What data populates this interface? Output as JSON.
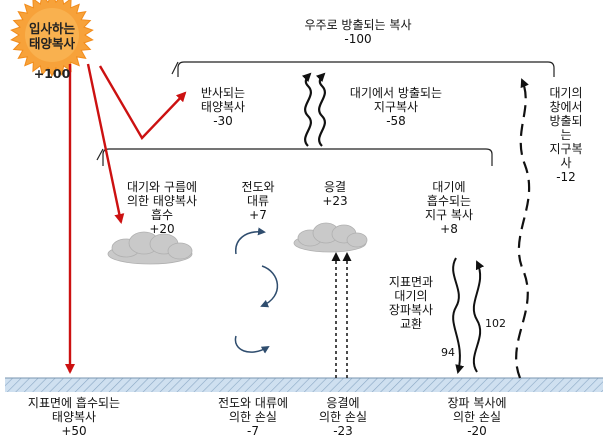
{
  "colors": {
    "incoming_arrow": "#cc1111",
    "sun_fill": "#f7a23a",
    "sun_stroke": "#f28c1b",
    "cloud": "#c9c9c9",
    "ground": "#bcd3e8",
    "convection_arrow": "#2f4d6e"
  },
  "icons": [
    "sun-icon",
    "cloud-icon",
    "wavy-arrow-icon",
    "curved-arrow-icon",
    "dashed-arrow-icon"
  ],
  "sun": {
    "label": "입사하는\n태양복사",
    "value": "+100"
  },
  "space": {
    "label": "우주로 방출되는 복사",
    "value": "-100"
  },
  "reflected": {
    "label": "반사되는\n태양복사",
    "value": "-30"
  },
  "atmosphere_emitted": {
    "label": "대기에서 방출되는\n지구복사",
    "value": "-58"
  },
  "window": {
    "label": "대기의 창에서\n방출되는\n지구복사",
    "value": "-12"
  },
  "absorbed_atm": {
    "label": "대기와 구름에\n의한 태양복사\n흡수",
    "value": "+20"
  },
  "conduction": {
    "label": "전도와\n대류",
    "value": "+7"
  },
  "condensation": {
    "label": "응결",
    "value": "+23"
  },
  "longwave_absorbed": {
    "label": "대기에\n흡수되는\n지구 복사",
    "value": "+8"
  },
  "exchange": {
    "label": "지표면과\n대기의\n장파복사\n교환",
    "down": "94",
    "up": "102"
  },
  "surface_absorbed": {
    "label": "지표면에 흡수되는\n태양복사",
    "value": "+50"
  },
  "conduction_loss": {
    "label": "전도와 대류에\n의한 손실",
    "value": "-7"
  },
  "condensation_loss": {
    "label": "응결에\n의한 손실",
    "value": "-23"
  },
  "longwave_loss": {
    "label": "장파 복사에\n의한 손실",
    "value": "-20"
  }
}
